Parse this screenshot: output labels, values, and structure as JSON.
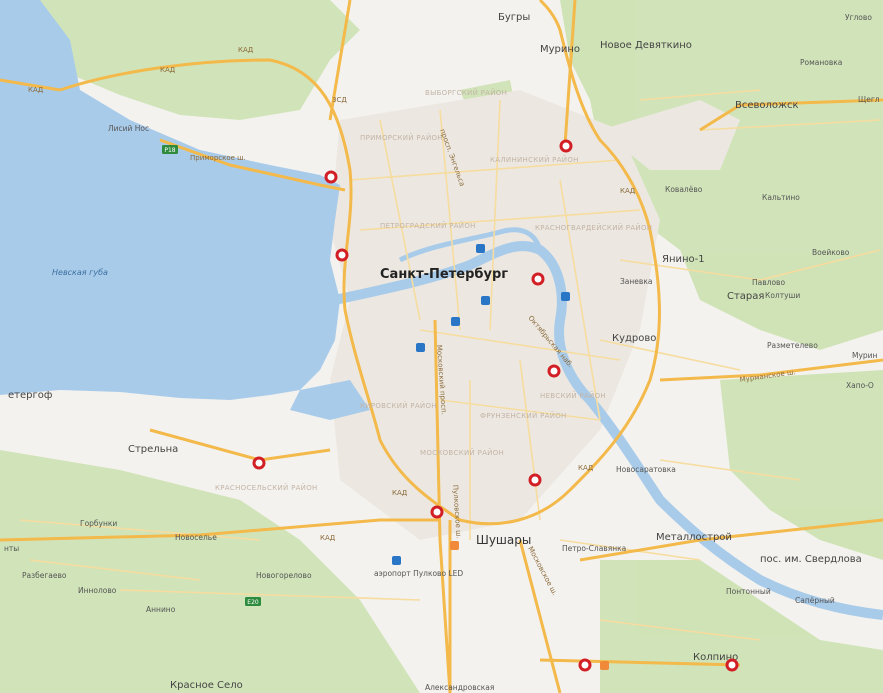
{
  "map": {
    "city_label": "Санкт-Петербург",
    "water_label": "Невская губа",
    "place_labels": {
      "bugry": "Бугры",
      "murino": "Мурино",
      "novoe_devyatkino": "Новое Девяткино",
      "vsevolozhsk": "Всеволожск",
      "romanovka": "Романовка",
      "uglovo": "Углово",
      "shcheglovo": "Щегл",
      "lisiy_nos": "Лисий Нос",
      "kovalevo": "Ковалёво",
      "kaltino": "Кальтино",
      "voeykovo": "Воейково",
      "yanino": "Янино-1",
      "pavlovo": "Павлово",
      "staraya": "Старая",
      "koltushi": "Колтуши",
      "zanevka": "Заневка",
      "kudrovo": "Кудрово",
      "razmetelevo": "Разметелево",
      "khapo_oe": "Хапо-О",
      "peterhof": "етергоф",
      "strelna": "Стрельна",
      "novosaratovka": "Новосаратовка",
      "gorbunki": "Горбунки",
      "novoselye": "Новоселье",
      "shushary": "Шушары",
      "petro_slavyanka": "Петро-Славянка",
      "metallostroy": "Металлострой",
      "sverdlova": "пос. им. Свердлова",
      "razbegaevo": "Разбегаево",
      "ikonovo": "Иннолово",
      "novogorelovo": "Новогорелово",
      "airport": "аэропорт Пулково LED",
      "pontonny": "Понтонный",
      "saperny": "Сапёрный",
      "annino": "Аннино",
      "kolpino": "Колпино",
      "krasnoe_selo": "Красное Село",
      "aleksandrovskaya": "Александровская",
      "nty": "нты",
      "murinskaya": "Мурин"
    },
    "road_labels": {
      "kad": "КАД",
      "primorskoe": "Приморское ш.",
      "zsd": "ЗСД",
      "prosp_engelsa": "просп. Энгельса",
      "moskovsky": "Московский просп.",
      "pulkovskoe": "Пулковское ш.",
      "moskovskoe": "Московское ш.",
      "oktyabrskaya": "Октябрьская наб.",
      "murmanskoe": "Мурманское ш.",
      "r18": "P18",
      "e20": "E20"
    },
    "district_labels": {
      "vyborgsky": "ВЫБОРГСКИЙ РАЙОН",
      "primorsky": "ПРИМОРСКИЙ РАЙОН",
      "kalininsky": "КАЛИНИНСКИЙ РАЙОН",
      "petrogradsky": "ПЕТРОГРАДСКИЙ РАЙОН",
      "krasnogvardeysky": "КРАСНОГВАРДЕЙСКИЙ РАЙОН",
      "nevsky": "НЕВСКИЙ РАЙОН",
      "kirovsky": "КИРОВСКИЙ РАЙОН",
      "frunzensky": "ФРУНЗЕНСКИЙ РАЙОН",
      "moskovsky": "МОСКОВСКИЙ РАЙОН",
      "krasnoselsky": "КРАСНОСЕЛЬСКИЙ РАЙОН"
    },
    "markers": [
      {
        "name": "marker-murino-kad"
      },
      {
        "name": "marker-primorsky"
      },
      {
        "name": "marker-vasilievsky"
      },
      {
        "name": "marker-krasnogvardeysky"
      },
      {
        "name": "marker-nevsky"
      },
      {
        "name": "marker-krasnoselsky"
      },
      {
        "name": "marker-frunzensky"
      },
      {
        "name": "marker-pulkovo"
      },
      {
        "name": "marker-shushary-south"
      },
      {
        "name": "marker-kolpino"
      }
    ],
    "colors": {
      "water": "#a9cbea",
      "land": "#f4f2ee",
      "park": "#cfe3b5",
      "major_road": "#f3b94a",
      "minor_road": "#f6dc9f",
      "marker": "#d21f26",
      "metro": "#2a76c6"
    }
  }
}
